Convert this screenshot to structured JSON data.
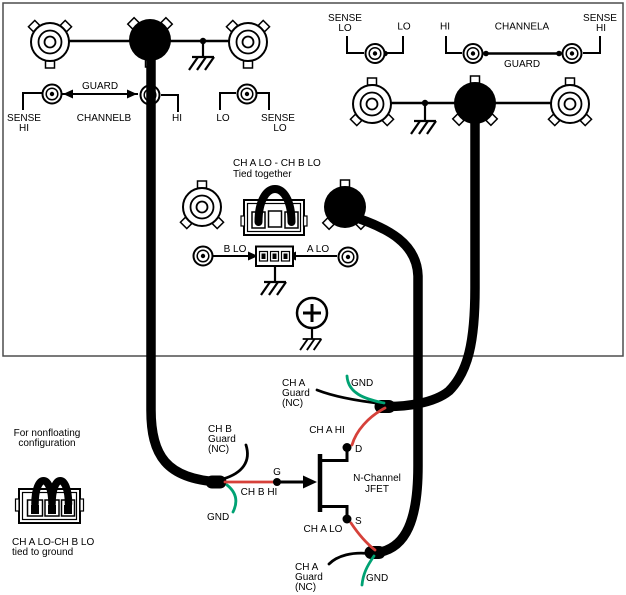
{
  "colors": {
    "wire_red": "#d6413a",
    "wire_green": "#00a273",
    "cable_black": "#000000",
    "panel_border": "#4d4d4d"
  },
  "panel": {
    "channel_b": {
      "guard": "GUARD",
      "sense_hi": [
        "SENSE",
        "HI"
      ],
      "name": "CHANNELB",
      "hi": "HI",
      "lo": "LO",
      "sense_lo": [
        "SENSE",
        "LO"
      ]
    },
    "channel_a": {
      "sense_lo": [
        "SENSE",
        "LO"
      ],
      "lo": "LO",
      "hi": "HI",
      "name": "CHANNELA",
      "sense_hi": [
        "SENSE",
        "HI"
      ],
      "guard": "GUARD"
    },
    "tied": {
      "title_line1": "CH A LO - CH B LO",
      "title_line2": "Tied together",
      "b_lo": "B LO",
      "a_lo": "A LO"
    }
  },
  "circuit": {
    "cha_guard_upper": [
      "CH A",
      "Guard",
      "(NC)"
    ],
    "gnd_upper": "GND",
    "cha_hi": "CH A HI",
    "drain": "D",
    "gate": "G",
    "source": "S",
    "jfet": [
      "N-Channel",
      "JFET"
    ],
    "chb_guard": [
      "CH B",
      "Guard",
      "(NC)"
    ],
    "chb_hi": "CH B HI",
    "gnd_left": "GND",
    "cha_lo": "CH A LO",
    "cha_guard_lower": [
      "CH A",
      "Guard",
      "(NC)"
    ],
    "gnd_lower": "GND"
  },
  "note": {
    "line1": "For nonfloating",
    "line2": "configuration",
    "caption1": "CH A LO-CH B LO",
    "caption2": "tied to ground"
  }
}
